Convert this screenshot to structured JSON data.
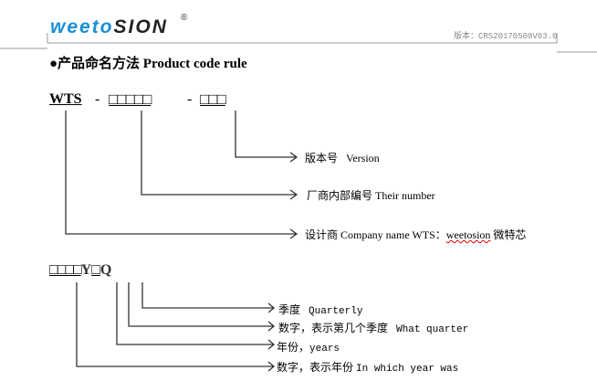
{
  "header": {
    "logo_part1": "weeto",
    "logo_part2": "SION",
    "registered": "®",
    "version": "版本：CRS20170508V03.0"
  },
  "title": "●产品命名方法  Product code rule",
  "code1": {
    "prefix": "WTS",
    "dash1": "-",
    "boxes1": "□□□□□",
    "dash2": "-",
    "boxes2": "□□□"
  },
  "code1_labels": [
    {
      "cn": "版本号",
      "en": "Version"
    },
    {
      "cn": "厂商内部编号",
      "en": "Their number"
    },
    {
      "cn": "设计商 Company name   WTS：",
      "en": "weetosion",
      "cn2": " 微特芯"
    }
  ],
  "code2": {
    "boxes": "□□□□",
    "y": "Y",
    "box": "□",
    "q": "Q"
  },
  "code2_labels": [
    {
      "cn": "季度",
      "en": "Quarterly"
    },
    {
      "cn": "数字，表示第几个季度",
      "en": "What quarter"
    },
    {
      "cn": "年份，",
      "en": "years"
    },
    {
      "cn": "数字，表示年份",
      "en": "In which year was"
    }
  ]
}
